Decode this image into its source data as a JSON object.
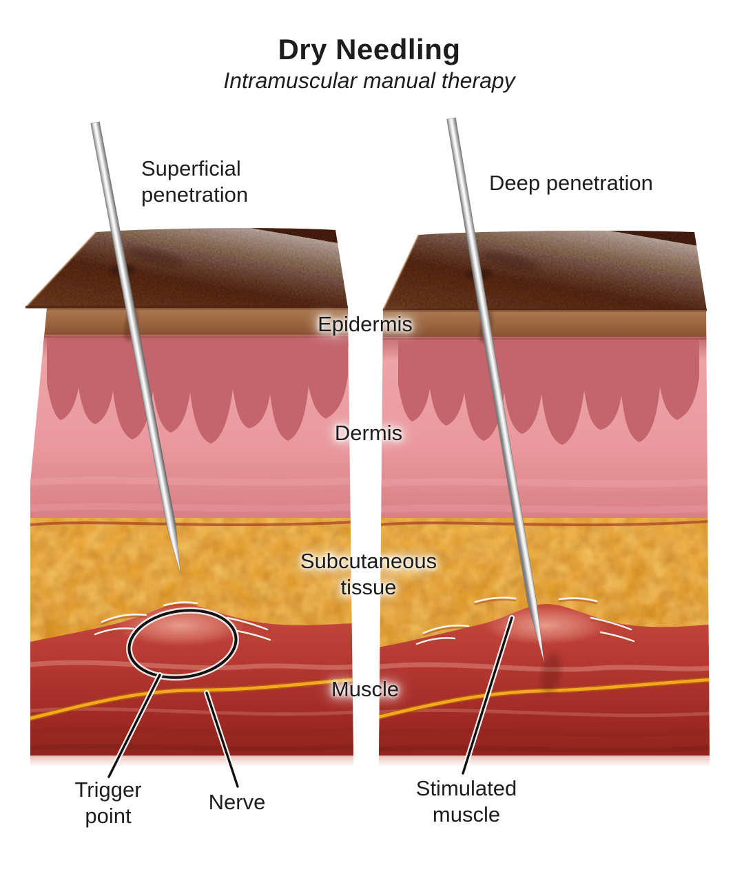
{
  "header": {
    "title": "Dry Needling",
    "subtitle": "Intramuscular manual therapy"
  },
  "labels": {
    "caption_left": "Superficial\npenetration",
    "caption_right": "Deep penetration",
    "epidermis": "Epidermis",
    "dermis": "Dermis",
    "subcutaneous": "Subcutaneous\ntissue",
    "muscle": "Muscle",
    "trigger_point": "Trigger\npoint",
    "nerve": "Nerve",
    "stimulated_muscle": "Stimulated\nmuscle"
  },
  "colors": {
    "skin_surface": "#6a3420",
    "epidermis": "#96603c",
    "dermis": "#eba3a6",
    "papillae": "#c4646c",
    "subcutaneous_fat": "#e6a335",
    "fat_edge": "#a8432a",
    "muscle": "#b23630",
    "muscle_deep": "#8f241f",
    "bump_highlight": "#eba08f",
    "nerve": "#f3a81f",
    "needle": "#d7d7d7",
    "callout": "#111111",
    "text": "#1d1d1d",
    "background": "#ffffff"
  }
}
